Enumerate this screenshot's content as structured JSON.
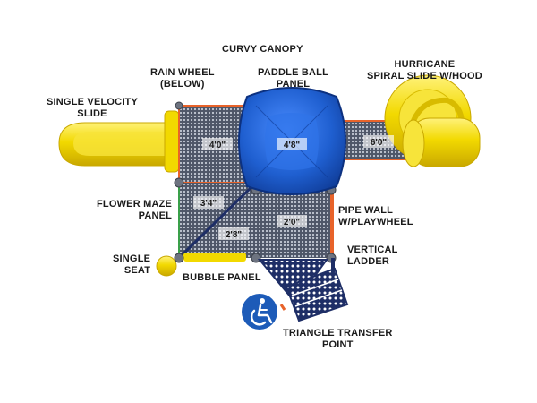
{
  "labels": {
    "curvy_canopy": "CURVY CANOPY",
    "rain_wheel": "RAIN WHEEL\n(BELOW)",
    "paddle_ball": "PADDLE BALL\nPANEL",
    "hurricane": "HURRICANE\nSPIRAL SLIDE W/HOOD",
    "single_velocity": "SINGLE VELOCITY\nSLIDE",
    "flower_maze": "FLOWER MAZE\nPANEL",
    "pipe_wall": "PIPE WALL\nW/PLAYWHEEL",
    "vertical_ladder": "VERTICAL\nLADDER",
    "single_seat": "SINGLE\nSEAT",
    "bubble_panel": "BUBBLE PANEL",
    "triangle_transfer": "TRIANGLE TRANSFER\nPOINT"
  },
  "dimensions": {
    "left_deck": "4'0\"",
    "canopy": "4'8\"",
    "right_deck": "6'0\"",
    "mid_left": "3'4\"",
    "mid_right": "2'0\"",
    "diagonal": "2'8\""
  },
  "colors": {
    "yellow": "#f2d900",
    "blue": "#1f5fd0",
    "deck": "#5b6477",
    "navy": "#1e2e66",
    "orange": "#e8632a"
  },
  "icons": {
    "accessibility": "wheelchair-accessibility-icon"
  }
}
